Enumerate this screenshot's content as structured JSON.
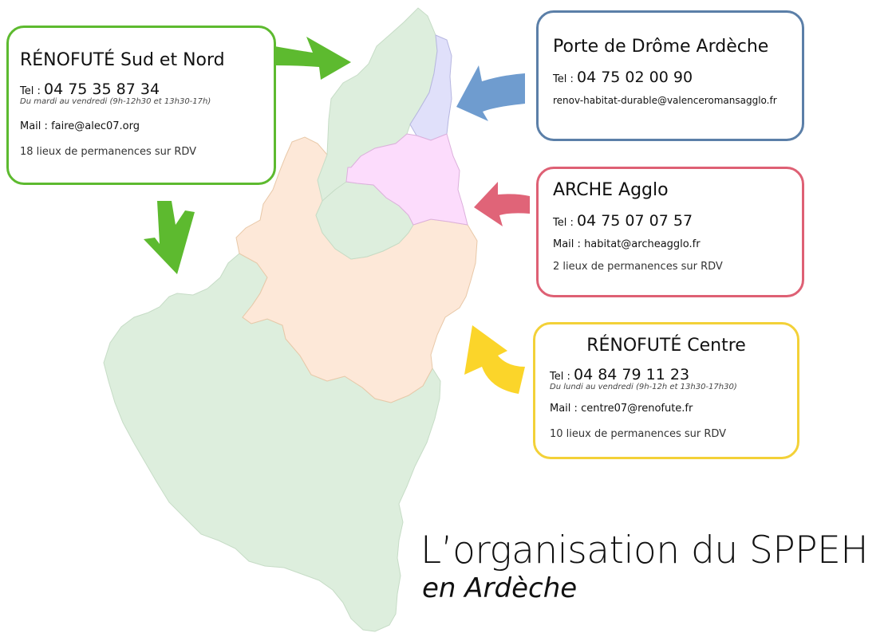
{
  "headline": {
    "title": "L’organisation du SPPEH",
    "subtitle": "en Ardèche"
  },
  "colors": {
    "green": "#5dba2f",
    "blue": "#5b7fa8",
    "red": "#de6074",
    "yellow": "#f3d138"
  },
  "cards": {
    "renofute_sud": {
      "title": "RÉNOFUTÉ Sud et Nord",
      "tel_label": "Tel : ",
      "tel": "04 75 35 87 34",
      "hours": "Du mardi au vendredi (9h-12h30 et 13h30-17h)",
      "mail_label": "Mail : ",
      "mail": "faire@alec07.org",
      "permanences": "18 lieux de permanences sur RDV"
    },
    "porte": {
      "title": "Porte de Drôme Ardèche",
      "tel_label": "Tel : ",
      "tel": "04 75 02 00 90",
      "mail": "renov-habitat-durable@valenceromansagglo.fr"
    },
    "arche": {
      "title": "ARCHE Agglo",
      "tel_label": "Tel : ",
      "tel": "04 75 07 07 57",
      "mail_label": "Mail : ",
      "mail": "habitat@archeagglo.fr",
      "permanences": "2 lieux de permanences sur RDV"
    },
    "renofute_centre": {
      "title": "RÉNOFUTÉ Centre",
      "tel_label": "Tel : ",
      "tel": "04 84 79 11 23",
      "hours": "Du lundi au vendredi (9h-12h et 13h30-17h30)",
      "mail_label": "Mail : ",
      "mail": "centre07@renofute.fr",
      "permanences": "10 lieux de permanences sur RDV"
    }
  }
}
